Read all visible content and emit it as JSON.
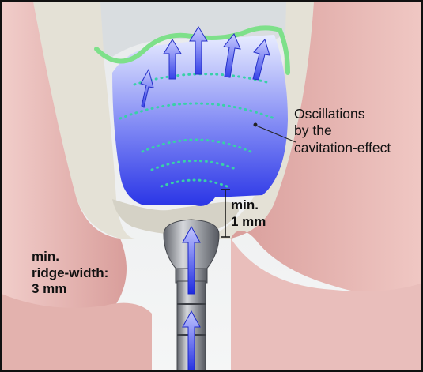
{
  "annotations": {
    "oscillations": [
      "Oscillations",
      "by the",
      "cavitation-effect"
    ],
    "min_distance": [
      "min.",
      "1 mm"
    ],
    "ridge_width": [
      "min.",
      "ridge-width:",
      "3 mm"
    ]
  },
  "colors": {
    "fluid_top": "#e8ecff",
    "fluid_bottom": "#2a35e6",
    "membrane": "#7ee08a",
    "wave_dots": "#38d0a8",
    "gum": "#e7b8b4",
    "bone": "#e4e1d6",
    "arrow": "#5a68f0",
    "instrument": "#8c8f96"
  }
}
